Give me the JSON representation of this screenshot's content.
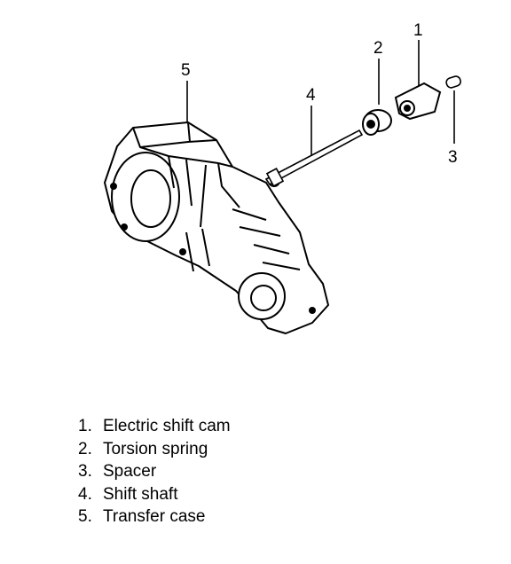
{
  "callouts": {
    "c1": "1",
    "c2": "2",
    "c3": "3",
    "c4": "4",
    "c5": "5"
  },
  "legend": [
    {
      "num": "1.",
      "label": "Electric shift cam"
    },
    {
      "num": "2.",
      "label": "Torsion spring"
    },
    {
      "num": "3.",
      "label": "Spacer"
    },
    {
      "num": "4.",
      "label": "Shift shaft"
    },
    {
      "num": "5.",
      "label": "Transfer case"
    }
  ]
}
